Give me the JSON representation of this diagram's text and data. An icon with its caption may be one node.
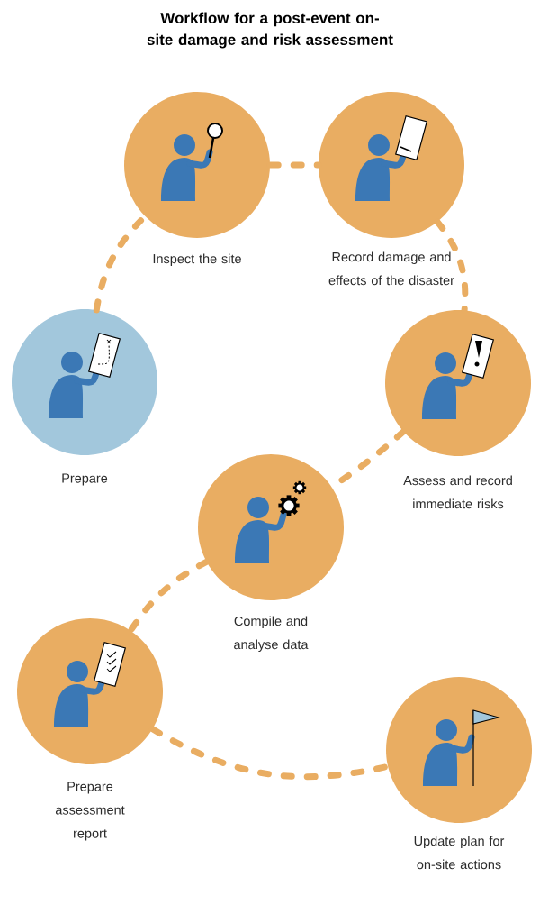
{
  "diagram": {
    "title": "Workflow for a post-event on-site damage and risk assessment",
    "nodes": [
      {
        "text": [
          "Prepare"
        ]
      },
      {
        "text": [
          "Inspect the site"
        ]
      },
      {
        "text": [
          "Record damage and effects of the disaster"
        ]
      },
      {
        "text": [
          "Assess and record immediate risks"
        ]
      },
      {
        "text": [
          "Compile and analyse data"
        ]
      },
      {
        "text": [
          "Prepare assessment report"
        ]
      },
      {
        "text": [
          "Update plan for on-site actions"
        ]
      }
    ],
    "edges": [
      {
        "from": 0,
        "to": 1,
        "arrow": "none"
      },
      {
        "from": 1,
        "to": 2,
        "arrow": "none"
      },
      {
        "from": 2,
        "to": 3,
        "arrow": "none"
      },
      {
        "from": 3,
        "to": 4,
        "arrow": "none"
      },
      {
        "from": 4,
        "to": 5,
        "arrow": "none"
      },
      {
        "from": 5,
        "to": 6,
        "arrow": "none"
      }
    ]
  }
}
